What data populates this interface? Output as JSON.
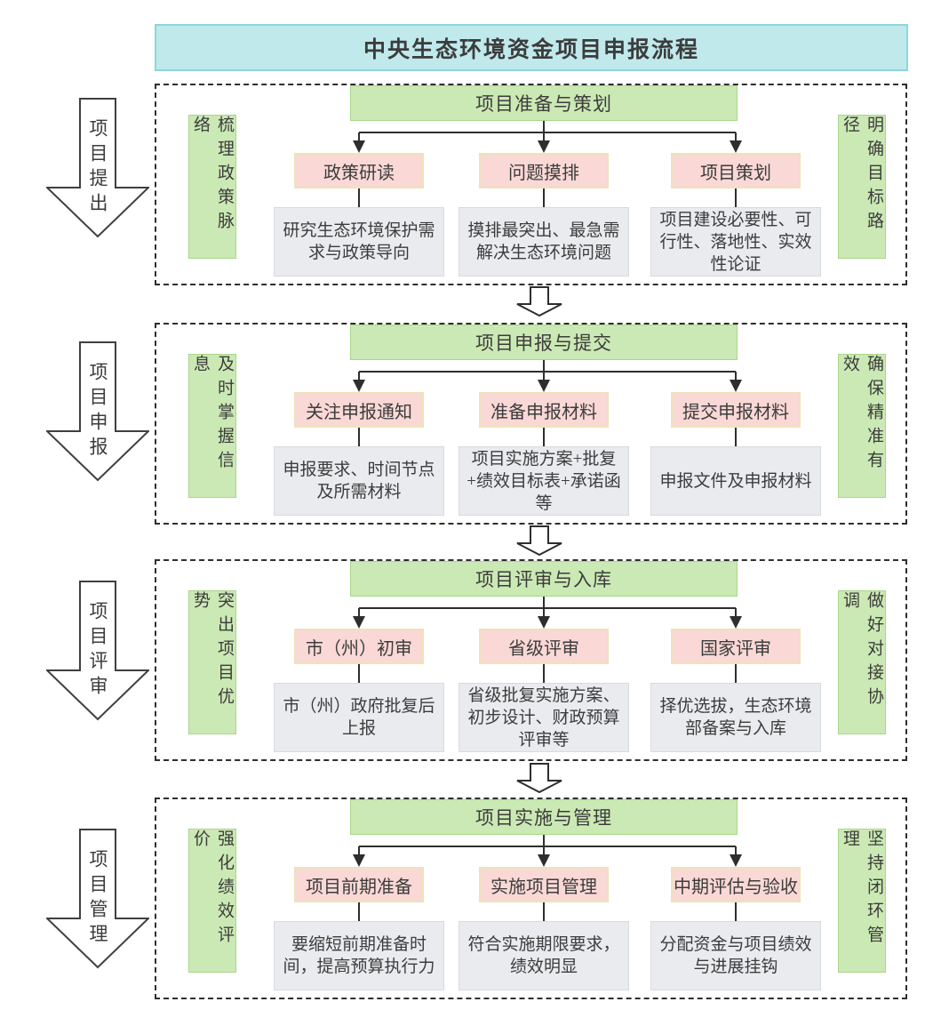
{
  "title": "中央生态环境资金项目申报流程",
  "colors": {
    "title_fill": "#c0e9ec",
    "title_border": "#8ed6da",
    "green_fill": "#cbe9b4",
    "green_border": "#aad689",
    "pink_fill": "#f9d8d6",
    "pink_border": "#eee2ba",
    "gray_fill": "#e9ebee",
    "gray_border": "#d7dade",
    "line": "#2e2e2e",
    "text": "#3c3c3c"
  },
  "sections": [
    {
      "stage_label": "项目提出",
      "left_tag": "梳理政策脉络",
      "right_tag": "明确目标路径",
      "header": "项目准备与策划",
      "steps": [
        {
          "title": "政策研读",
          "desc": "研究生态环境保护需求与政策导向"
        },
        {
          "title": "问题摸排",
          "desc": "摸排最突出、最急需解决生态环境问题"
        },
        {
          "title": "项目策划",
          "desc": "项目建设必要性、可行性、落地性、实效性论证"
        }
      ]
    },
    {
      "stage_label": "项目申报",
      "left_tag": "及时掌握信息",
      "right_tag": "确保精准有效",
      "header": "项目申报与提交",
      "steps": [
        {
          "title": "关注申报通知",
          "desc": "申报要求、时间节点及所需材料"
        },
        {
          "title": "准备申报材料",
          "desc": "项目实施方案+批复+绩效目标表+承诺函等"
        },
        {
          "title": "提交申报材料",
          "desc": "申报文件及申报材料"
        }
      ]
    },
    {
      "stage_label": "项目评审",
      "left_tag": "突出项目优势",
      "right_tag": "做好对接协调",
      "header": "项目评审与入库",
      "steps": [
        {
          "title": "市（州）初审",
          "desc": "市（州）政府批复后上报"
        },
        {
          "title": "省级评审",
          "desc": "省级批复实施方案、初步设计、财政预算评审等"
        },
        {
          "title": "国家评审",
          "desc": "择优选拔，生态环境部备案与入库"
        }
      ]
    },
    {
      "stage_label": "项目管理",
      "left_tag": "强化绩效评价",
      "right_tag": "坚持闭环管理",
      "header": "项目实施与管理",
      "steps": [
        {
          "title": "项目前期准备",
          "desc": "要缩短前期准备时间，提高预算执行力"
        },
        {
          "title": "实施项目管理",
          "desc": "符合实施期限要求，绩效明显"
        },
        {
          "title": "中期评估与验收",
          "desc": "分配资金与项目绩效与进展挂钩"
        }
      ]
    }
  ]
}
